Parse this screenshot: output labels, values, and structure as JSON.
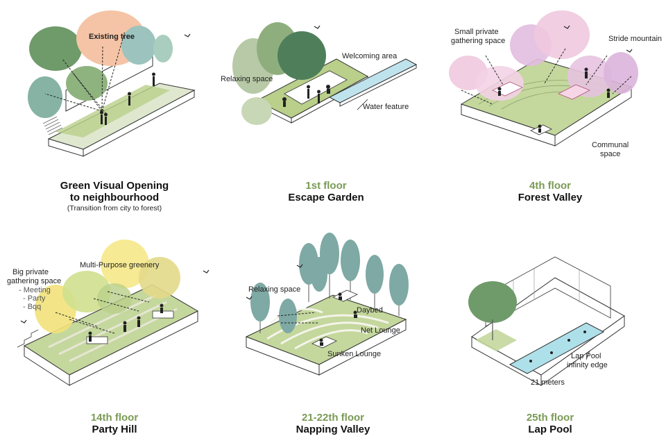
{
  "panels": [
    {
      "id": "green-visual-opening",
      "floor": "",
      "title_lines": [
        "Green Visual Opening",
        "to neighbourhood"
      ],
      "note": "(Transition from city to forest)",
      "annotations": [
        "Existing tree"
      ]
    },
    {
      "id": "escape-garden",
      "floor": "1st floor",
      "title_lines": [
        "Escape Garden"
      ],
      "note": "",
      "annotations": [
        "Welcoming area",
        "Relaxing space",
        "Water feature"
      ]
    },
    {
      "id": "forest-valley",
      "floor": "4th floor",
      "title_lines": [
        "Forest Valley"
      ],
      "note": "",
      "annotations": [
        "Small private",
        "gathering space",
        "Stride mountain",
        "Communal",
        "space"
      ]
    },
    {
      "id": "party-hill",
      "floor": "14th floor",
      "title_lines": [
        "Party Hill"
      ],
      "note": "",
      "annotations": [
        "Multi-Purpose greenery",
        "Big private",
        "gathering space",
        "- Meeting",
        "- Party",
        "- Bqq"
      ]
    },
    {
      "id": "napping-valley",
      "floor": "21-22th floor",
      "title_lines": [
        "Napping Valley"
      ],
      "note": "",
      "annotations": [
        "Relaxing space",
        "Daybed",
        "Net Lounge",
        "Sunken Lounge"
      ]
    },
    {
      "id": "lap-pool",
      "floor": "25th floor",
      "title_lines": [
        "Lap Pool"
      ],
      "note": "",
      "annotations": [
        "Lap Pool",
        "infinity edge",
        "21 meters"
      ]
    }
  ],
  "colors": {
    "floor_label": "#7a9a55",
    "grass": "#b9cf8a",
    "tree_green": "#6f9a6a",
    "tree_pink": "#f0c9de",
    "tree_peach": "#f5c4a6",
    "tree_yellow": "#f2e27a",
    "tree_teal": "#7ea9a4",
    "water": "#bfe3ec",
    "pool": "#aee0ea"
  }
}
